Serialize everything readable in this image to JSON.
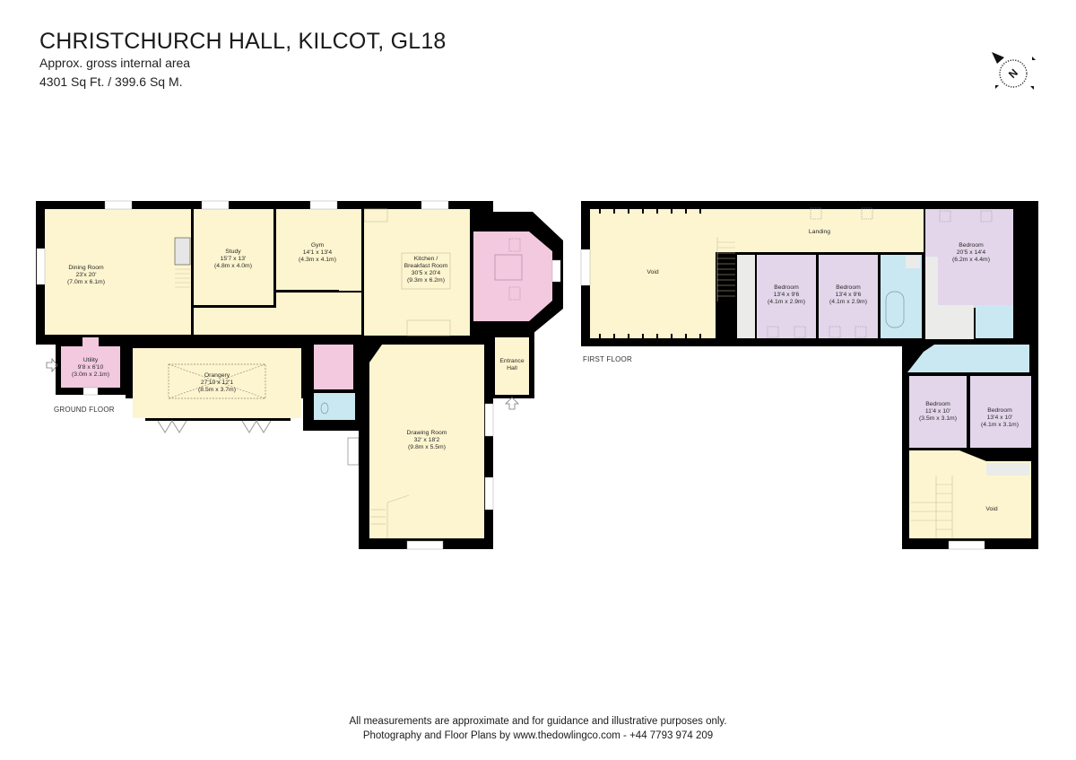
{
  "header": {
    "title": "CHRISTCHURCH HALL, KILCOT, GL18",
    "subtitle": "Approx. gross internal area",
    "area": "4301 Sq Ft. / 399.6 Sq M."
  },
  "compass": {
    "icon": "north-compass-icon",
    "label": "N"
  },
  "colors": {
    "living": "#fdf5cf",
    "bedroom": "#e3d6eb",
    "service": "#f2c9df",
    "bathroom": "#c9e8f1",
    "circulation": "#ebebea",
    "wall": "#000000"
  },
  "ground_floor": {
    "label": "GROUND FLOOR",
    "rooms": [
      {
        "name": "Dining Room",
        "imperial": "23'x 20'",
        "metric": "(7.0m x 6.1m)"
      },
      {
        "name": "Study",
        "imperial": "15'7 x 13'",
        "metric": "(4.8m x 4.0m)"
      },
      {
        "name": "Gym",
        "imperial": "14'1 x 13'4",
        "metric": "(4.3m x 4.1m)"
      },
      {
        "name": "Kitchen /",
        "name2": "Breakfast Room",
        "imperial": "30'5 x 20'4",
        "metric": "(9.3m x 6.2m)"
      },
      {
        "name": "Utility",
        "imperial": "9'8 x 6'10",
        "metric": "(3.0m x 2.1m)"
      },
      {
        "name": "Orangery",
        "imperial": "27'10 x 12'1",
        "metric": "(8.5m x 3.7m)"
      },
      {
        "name": "Drawing Room",
        "imperial": "32' x 18'2",
        "metric": "(9.8m x 5.5m)"
      },
      {
        "name": "Entrance",
        "name2": "Hall"
      }
    ]
  },
  "first_floor": {
    "label": "FIRST FLOOR",
    "rooms": [
      {
        "name": "Void"
      },
      {
        "name": "Landing"
      },
      {
        "name": "Bedroom",
        "imperial": "13'4 x 9'6",
        "metric": "(4.1m x 2.9m)"
      },
      {
        "name": "Bedroom",
        "imperial": "13'4 x 9'6",
        "metric": "(4.1m x 2.9m)"
      },
      {
        "name": "Bedroom",
        "imperial": "20'5 x 14'4",
        "metric": "(6.2m x 4.4m)"
      },
      {
        "name": "Bedroom",
        "imperial": "11'4 x 10'",
        "metric": "(3.5m x 3.1m)"
      },
      {
        "name": "Bedroom",
        "imperial": "13'4 x 10'",
        "metric": "(4.1m x 3.1m)"
      },
      {
        "name": "Void"
      }
    ]
  },
  "footer": {
    "line1": "All measurements are approximate and for guidance and illustrative purposes only.",
    "line2": "Photography and Floor Plans by www.thedowlingco.com - +44 7793 974 209"
  }
}
